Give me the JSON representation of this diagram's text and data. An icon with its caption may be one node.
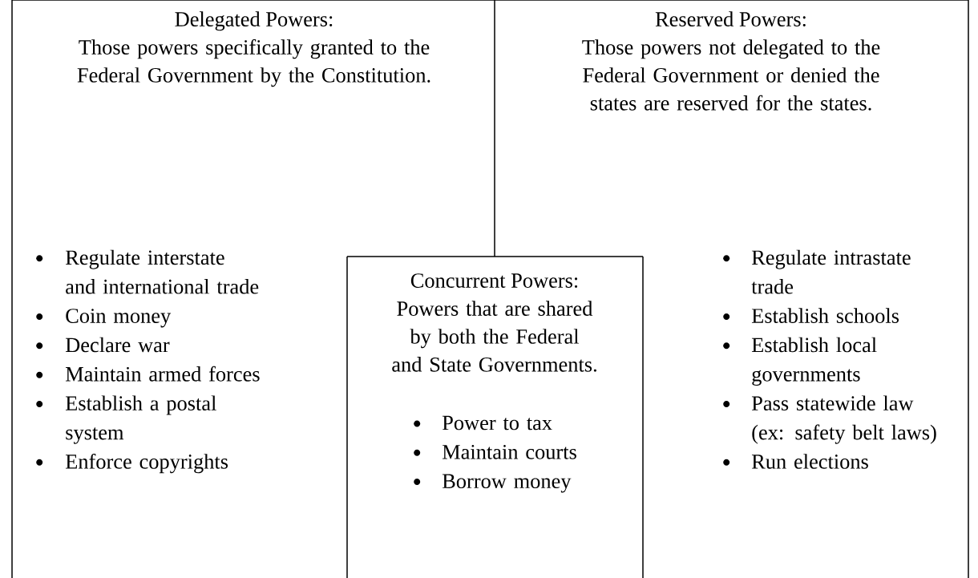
{
  "diagram": {
    "nodes": [
      {
        "text": [
          "Delegated Powers:",
          "Those powers specifically granted to the Federal Government by the Constitution.",
          "Regulate interstate and international trade",
          "Coin money",
          "Declare war",
          "Maintain armed forces",
          "Establish a postal system",
          "Enforce copyrights"
        ]
      },
      {
        "text": [
          "Reserved Powers:",
          "Those powers not delegated to the Federal Government or denied the states are reserved for the states.",
          "Regulate intrastate trade",
          "Establish schools",
          "Establish local governments",
          "Pass statewide law (ex: safety belt laws)",
          "Run elections"
        ]
      },
      {
        "text": [
          "Concurrent Powers:",
          "Powers that are shared by both the Federal and State Governments.",
          "Power to tax",
          "Maintain courts",
          "Borrow money"
        ]
      }
    ]
  }
}
